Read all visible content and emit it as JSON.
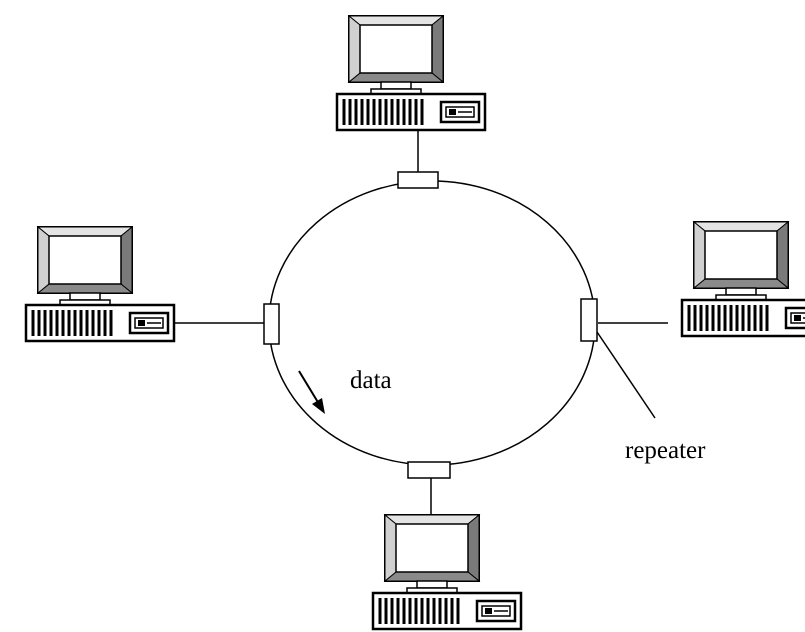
{
  "diagram": {
    "labels": {
      "data": "data",
      "repeater": "repeater"
    },
    "nodes": [
      {
        "name": "computer-top",
        "icon": "computer-icon"
      },
      {
        "name": "computer-left",
        "icon": "computer-icon"
      },
      {
        "name": "computer-right",
        "icon": "computer-icon"
      },
      {
        "name": "computer-bottom",
        "icon": "computer-icon"
      }
    ],
    "repeaters": [
      "top",
      "left",
      "right",
      "bottom"
    ],
    "colors": {
      "stroke": "#000000",
      "monitor_bezel": "#bdbdbd",
      "monitor_shadow": "#7a7a7a",
      "screen": "#ffffff"
    }
  }
}
